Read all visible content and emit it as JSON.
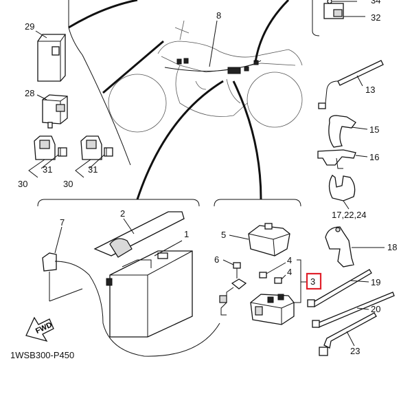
{
  "diagram": {
    "drawing_code": "1WSB300-P450",
    "fwd_label": "FWD",
    "highlight": {
      "color": "#e0202a",
      "part": "3"
    },
    "labels": {
      "l34": "34",
      "l32": "32",
      "l29": "29",
      "l28": "28",
      "l8": "8",
      "l13": "13",
      "l15": "15",
      "l16": "16",
      "l31a": "31",
      "l31b": "31",
      "l30a": "30",
      "l30b": "30",
      "l172224": "17,22,24",
      "l2": "2",
      "l7": "7",
      "l1": "1",
      "l5": "5",
      "l6": "6",
      "l4a": "4",
      "l4b": "4",
      "l3": "3",
      "l18": "18",
      "l19": "19",
      "l20": "20",
      "l23": "23"
    }
  }
}
